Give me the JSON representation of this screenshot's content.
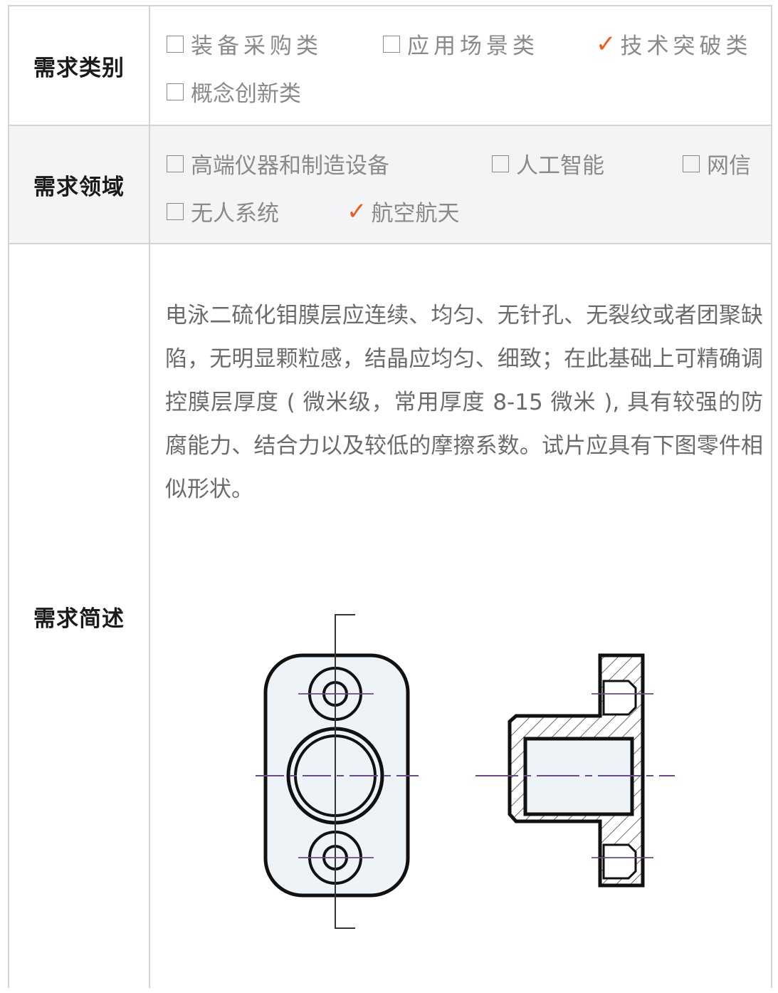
{
  "rows": {
    "category": {
      "label": "需求类别",
      "options": [
        {
          "text": "装备采购类",
          "checked": false
        },
        {
          "text": "应用场景类",
          "checked": false
        },
        {
          "text": "技术突破类",
          "checked": true
        },
        {
          "text": "概念创新类",
          "checked": false
        }
      ]
    },
    "domain": {
      "label": "需求领域",
      "options": [
        {
          "text": "高端仪器和制造设备",
          "checked": false
        },
        {
          "text": "人工智能",
          "checked": false
        },
        {
          "text": "网信",
          "checked": false
        },
        {
          "text": "无人系统",
          "checked": false
        },
        {
          "text": "航空航天",
          "checked": true
        }
      ]
    },
    "description": {
      "label": "需求简述",
      "text": "电泳二硫化钼膜层应连续、均匀、无针孔、无裂纹或者团聚缺陷，无明显颗粒感，结晶应均匀、细致；在此基础上可精确调控膜层厚度 ( 微米级，常用厚度 8-15 微米 ), 具有较强的防腐能力、结合力以及较低的摩擦系数。试片应具有下图零件相似形状。"
    }
  },
  "symbols": {
    "checkmark": "✓"
  },
  "colors": {
    "check": "#f05a22",
    "border": "#d4d4d4",
    "shade": "#f3f4f6",
    "text": "#6b6b6b",
    "label": "#1a1a1a"
  }
}
